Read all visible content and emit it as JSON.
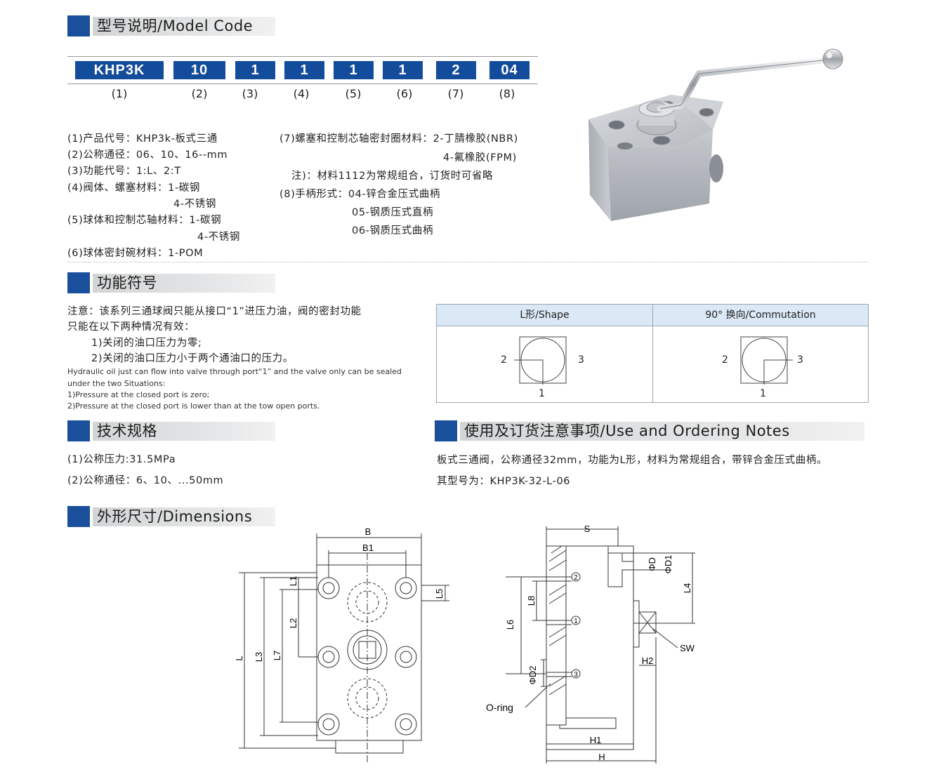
{
  "sections": {
    "model_code": "型号说明/Model Code",
    "function_symbol": "功能符号",
    "tech_spec": "技术规格",
    "ordering": "使用及订货注意事项/Use and Ordering Notes",
    "dimensions": "外形尺寸/Dimensions"
  },
  "model_code": {
    "codes": [
      "KHP3K",
      "10",
      "1",
      "1",
      "1",
      "1",
      "2",
      "04"
    ],
    "indices": [
      "(1)",
      "(2)",
      "(3)",
      "(4)",
      "(5)",
      "(6)",
      "(7)",
      "(8)"
    ]
  },
  "descriptions_left": [
    "(1)产品代号：KHP3k-板式三通",
    "(2)公称通径：06、10、16--mm",
    "(3)功能代号：1:L、2:T",
    "(4)阀体、螺塞材料：1-碳钢",
    "4-不锈钢",
    "(5)球体和控制芯轴材料：1-碳钢",
    "4-不锈钢",
    "(6)球体密封碗材料：1-POM"
  ],
  "descriptions_right": [
    "(7)螺塞和控制芯轴密封圈材料：2-丁腈橡胶(NBR)",
    "4-氟橡胶(FPM)",
    "注)：材料1112为常规组合，订货时可省略",
    "(8)手柄形式：04-锌合金压式曲柄",
    "05-钢质压式直柄",
    "06-钢质压式曲柄"
  ],
  "function_note": {
    "line1": "注意：该系列三通球阀只能从接口“1”进压力油，阀的密封功能",
    "line2": "只能在以下两种情况有效：",
    "item1": "1)关闭的油口压力为零;",
    "item2": "2)关闭的油口压力小于两个通油口的压力。",
    "en1": "Hydraulic oil just can flow into valve through port“1” and the valve only can be sealed",
    "en2": "under the two Situations:",
    "en3": "1)Pressure at the closed port is zero;",
    "en4": "2)Pressure at the closed port is lower than at the tow open ports."
  },
  "function_table": {
    "col1": "L形/Shape",
    "col2": "90°  换向/Commutation",
    "port1": "1",
    "port2": "2",
    "port3": "3"
  },
  "tech_spec": {
    "pressure": "(1)公称压力:31.5MPa",
    "bore": "(2)公称通径：6、10、...50mm"
  },
  "ordering": {
    "line1": "板式三通阀，公称通径32mm，功能为L形，材料为常规组合，带锌合金压式曲柄。",
    "line2": "其型号为：KHP3K-32-L-06"
  },
  "dims_front": {
    "B": "B",
    "B1": "B1",
    "L": "L",
    "L1": "L1",
    "L2": "L2",
    "L3": "L3",
    "L5": "L5",
    "L7": "L7"
  },
  "dims_side": {
    "S": "S",
    "D": "ΦD",
    "D1": "ΦD1",
    "D2": "ΦD2",
    "L4": "L4",
    "L6": "L6",
    "L8": "L8",
    "H": "H",
    "H1": "H1",
    "H2": "H2",
    "SW": "SW",
    "oring": "O-ring",
    "p1": "1",
    "p2": "2",
    "p3": "3"
  }
}
